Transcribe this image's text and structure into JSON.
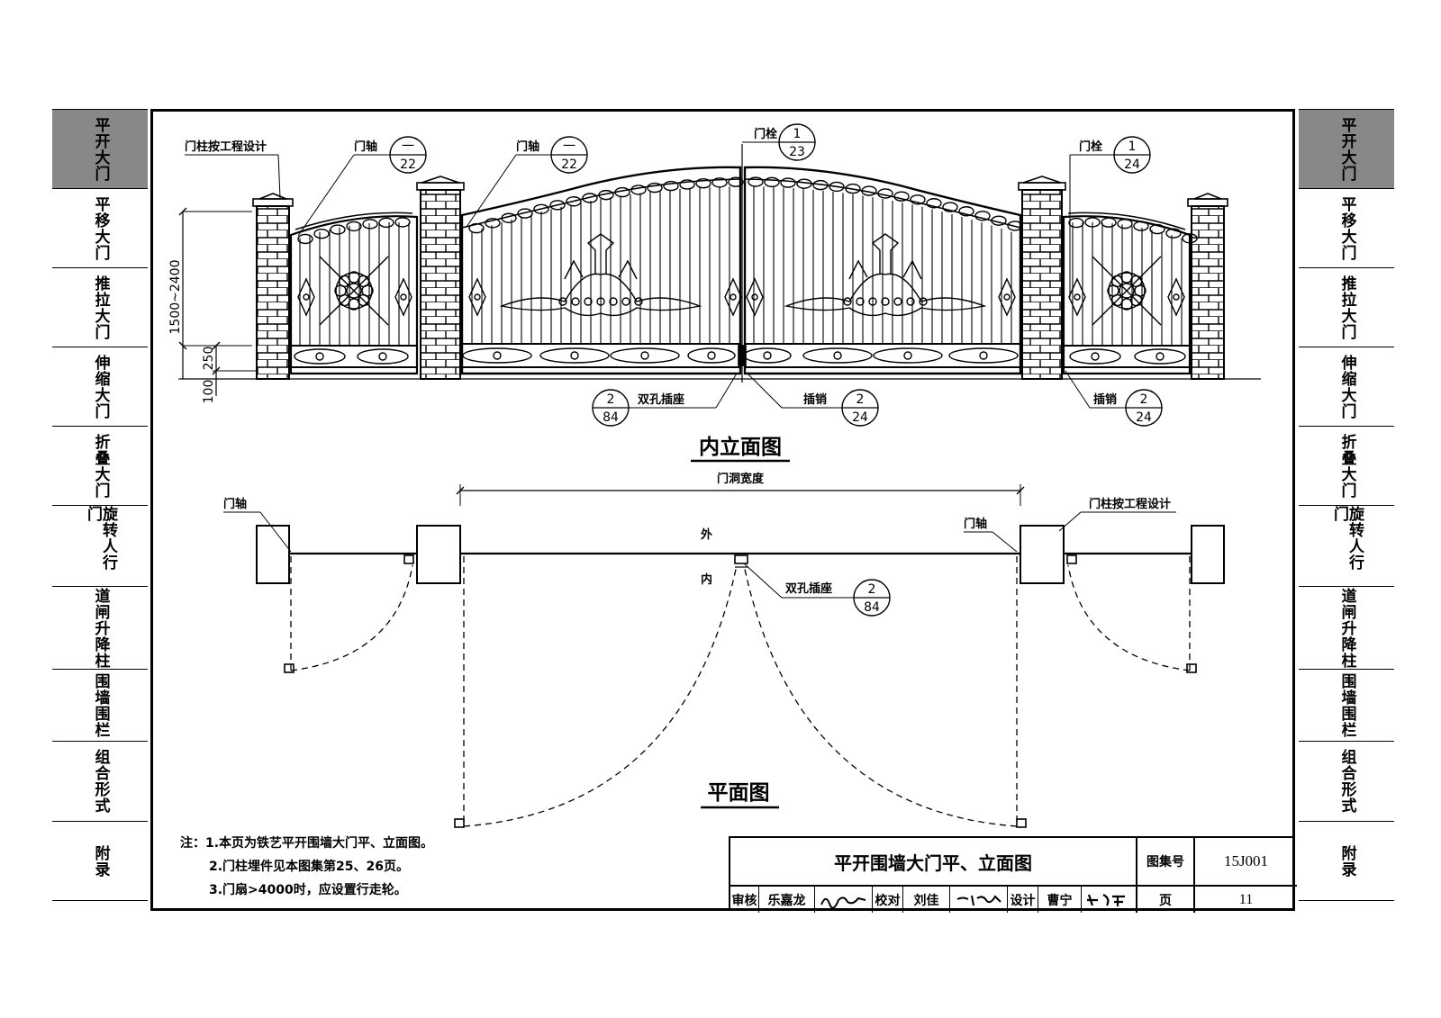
{
  "left_tabs": [
    {
      "label": "平开大门",
      "active": true
    },
    {
      "label": "平移大门"
    },
    {
      "label": "推拉大门"
    },
    {
      "label": "伸缩大门"
    },
    {
      "label": "折叠大门"
    },
    {
      "label": "旋转人行门"
    },
    {
      "label": "道闸升降柱"
    },
    {
      "label": "围墙围栏"
    },
    {
      "label": "组合形式"
    },
    {
      "label": "附录"
    }
  ],
  "right_tabs": [
    {
      "label": "平开大门",
      "active": true
    },
    {
      "label": "平移大门"
    },
    {
      "label": "推拉大门"
    },
    {
      "label": "伸缩大门"
    },
    {
      "label": "折叠大门"
    },
    {
      "label": "旋转人行门"
    },
    {
      "label": "道闸升降柱"
    },
    {
      "label": "围墙围栏"
    },
    {
      "label": "组合形式"
    },
    {
      "label": "附录"
    }
  ],
  "elevation": {
    "title": "内立面图",
    "post_note": "门柱按工程设计",
    "hinge": "门轴",
    "bolt": "门栓",
    "socket": "双孔插座",
    "pin": "插销",
    "ref_hinge": {
      "top": "一",
      "bottom": "22"
    },
    "ref_bolt_center": {
      "top": "1",
      "bottom": "23"
    },
    "ref_bolt_right": {
      "top": "1",
      "bottom": "24"
    },
    "ref_socket": {
      "top": "2",
      "bottom": "84"
    },
    "ref_pin": {
      "top": "2",
      "bottom": "24"
    },
    "dim_height": "1500~2400",
    "dim_250": "250",
    "dim_100": "100"
  },
  "plan": {
    "title": "平面图",
    "opening_width": "门洞宽度",
    "hinge": "门轴",
    "post_note": "门柱按工程设计",
    "outside": "外",
    "inside": "内",
    "socket": "双孔插座",
    "ref_socket": {
      "top": "2",
      "bottom": "84"
    }
  },
  "notes": [
    "注：1.本页为铁艺平开围墙大门平、立面图。",
    "2.门柱埋件见本图集第25、26页。",
    "3.门扇>4000时，应设置行走轮。"
  ],
  "title_block": {
    "title": "平开围墙大门平、立面图",
    "atlas_label": "图集号",
    "atlas_no": "15J001",
    "review_label": "审核",
    "reviewer": "乐嘉龙",
    "check_label": "校对",
    "checker": "刘佳",
    "design_label": "设计",
    "designer": "曹宁",
    "page_label": "页",
    "page_no": "11"
  }
}
